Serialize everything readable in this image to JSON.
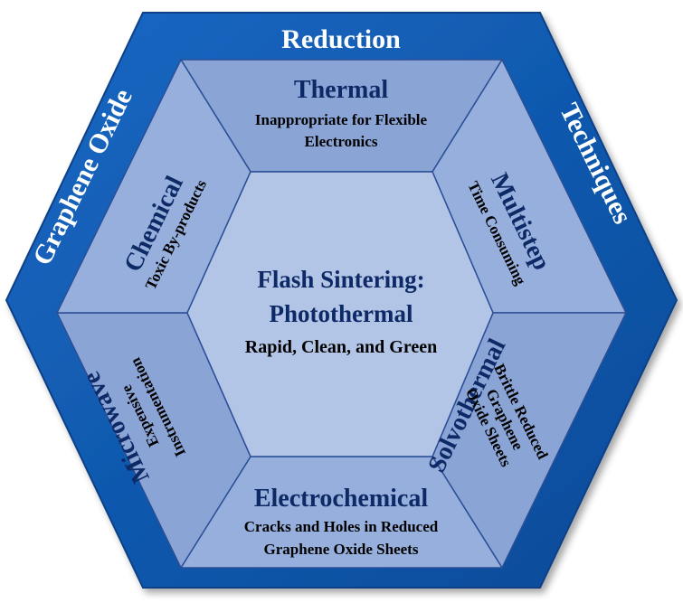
{
  "colors": {
    "outer_ring": "#0f5bb0",
    "outer_ring_dark": "#0a3f86",
    "segment_fill": "#8aa4d6",
    "segment_light": "#9fb5df",
    "center_fill": "#b3c5e6",
    "title_color": "#0d2a66"
  },
  "ring": {
    "top": "Reduction",
    "left": "Graphene Oxide",
    "right": "Techniques"
  },
  "center": {
    "title_line1": "Flash Sintering:",
    "title_line2": "Photothermal",
    "subtitle": "Rapid, Clean, and Green"
  },
  "segments": {
    "top": {
      "title": "Thermal",
      "line1": "Inappropriate for Flexible",
      "line2": "Electronics"
    },
    "upper_right": {
      "title": "Multistep",
      "line1": "Time Consuming"
    },
    "lower_right": {
      "title": "Solvothermal",
      "line1": "Brittle Reduced",
      "line2": "Graphene",
      "line3": "Oxide Sheets"
    },
    "bottom": {
      "title": "Electrochemical",
      "line1": "Cracks and Holes in Reduced",
      "line2": "Graphene Oxide Sheets"
    },
    "lower_left": {
      "title": "Microwave",
      "line1": "Expensive",
      "line2": "Instrumentation"
    },
    "upper_left": {
      "title": "Chemical",
      "line1": "Toxic By-products"
    }
  }
}
